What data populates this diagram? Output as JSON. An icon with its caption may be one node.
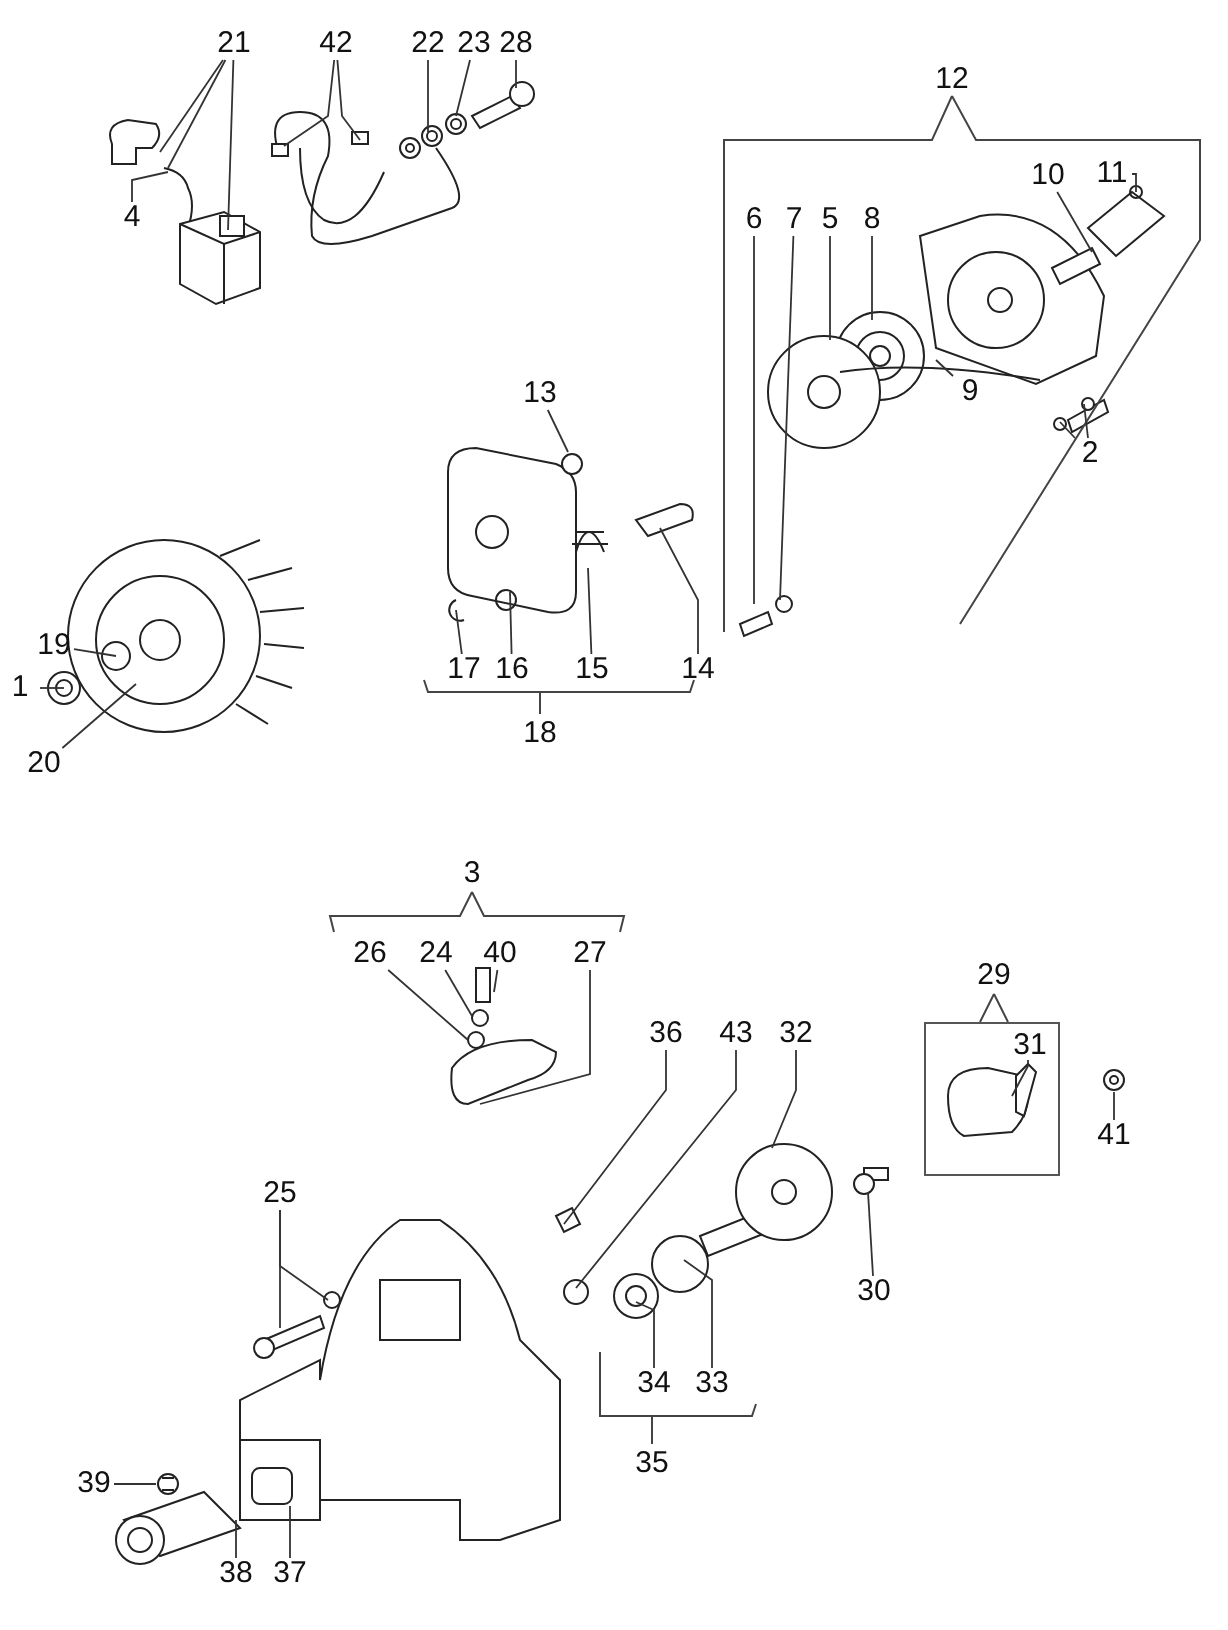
{
  "diagram": {
    "nodes": [
      {
        "text": [
          "21"
        ]
      },
      {
        "text": [
          "42"
        ]
      },
      {
        "text": [
          "22"
        ]
      },
      {
        "text": [
          "23"
        ]
      },
      {
        "text": [
          "28"
        ]
      },
      {
        "text": [
          "12"
        ]
      },
      {
        "text": [
          "11"
        ]
      },
      {
        "text": [
          "10"
        ]
      },
      {
        "text": [
          "4"
        ]
      },
      {
        "text": [
          "6"
        ]
      },
      {
        "text": [
          "7"
        ]
      },
      {
        "text": [
          "5"
        ]
      },
      {
        "text": [
          "8"
        ]
      },
      {
        "text": [
          "13"
        ]
      },
      {
        "text": [
          "9"
        ]
      },
      {
        "text": [
          "2"
        ]
      },
      {
        "text": [
          "19"
        ]
      },
      {
        "text": [
          "17"
        ]
      },
      {
        "text": [
          "16"
        ]
      },
      {
        "text": [
          "15"
        ]
      },
      {
        "text": [
          "14"
        ]
      },
      {
        "text": [
          "1"
        ]
      },
      {
        "text": [
          "18"
        ]
      },
      {
        "text": [
          "20"
        ]
      },
      {
        "text": [
          "3"
        ]
      },
      {
        "text": [
          "26"
        ]
      },
      {
        "text": [
          "24"
        ]
      },
      {
        "text": [
          "40"
        ]
      },
      {
        "text": [
          "27"
        ]
      },
      {
        "text": [
          "29"
        ]
      },
      {
        "text": [],
        "shape": "box"
      },
      {
        "text": [
          "31"
        ],
        "in": 30
      },
      {
        "text": [
          "36"
        ]
      },
      {
        "text": [
          "43"
        ]
      },
      {
        "text": [
          "32"
        ]
      },
      {
        "text": [
          "41"
        ]
      },
      {
        "text": [
          "25"
        ]
      },
      {
        "text": [
          "30"
        ]
      },
      {
        "text": [
          "34"
        ]
      },
      {
        "text": [
          "33"
        ]
      },
      {
        "text": [
          "35"
        ]
      },
      {
        "text": [
          "39"
        ]
      },
      {
        "text": [
          "38"
        ]
      },
      {
        "text": [
          "37"
        ]
      }
    ],
    "edges": [
      {
        "from": 0,
        "to": null,
        "arrow": "none"
      },
      {
        "from": 0,
        "to": null,
        "arrow": "none"
      },
      {
        "from": 0,
        "to": null,
        "arrow": "none"
      },
      {
        "from": 8,
        "to": null,
        "arrow": "none"
      },
      {
        "from": 1,
        "to": null,
        "arrow": "none"
      },
      {
        "from": 1,
        "to": null,
        "arrow": "none"
      },
      {
        "from": 2,
        "to": null,
        "arrow": "none"
      },
      {
        "from": 3,
        "to": null,
        "arrow": "none"
      },
      {
        "from": 4,
        "to": null,
        "arrow": "none"
      },
      {
        "from": 6,
        "to": null,
        "arrow": "none"
      },
      {
        "from": 7,
        "to": null,
        "arrow": "none"
      },
      {
        "from": 9,
        "to": null,
        "arrow": "none"
      },
      {
        "from": 10,
        "to": null,
        "arrow": "none"
      },
      {
        "from": 11,
        "to": null,
        "arrow": "none"
      },
      {
        "from": 12,
        "to": null,
        "arrow": "none"
      },
      {
        "from": 14,
        "to": null,
        "arrow": "none"
      },
      {
        "from": 13,
        "to": null,
        "arrow": "none"
      },
      {
        "from": 15,
        "to": null,
        "arrow": "none"
      },
      {
        "from": 15,
        "to": null,
        "arrow": "none"
      },
      {
        "from": 16,
        "to": null,
        "arrow": "none"
      },
      {
        "from": 21,
        "to": null,
        "arrow": "none"
      },
      {
        "from": 23,
        "to": null,
        "arrow": "none"
      },
      {
        "from": 17,
        "to": null,
        "arrow": "none"
      },
      {
        "from": 18,
        "to": null,
        "arrow": "none"
      },
      {
        "from": 19,
        "to": null,
        "arrow": "none"
      },
      {
        "from": 20,
        "to": null,
        "arrow": "none"
      },
      {
        "from": 25,
        "to": null,
        "arrow": "none"
      },
      {
        "from": 26,
        "to": null,
        "arrow": "none"
      },
      {
        "from": 27,
        "to": null,
        "arrow": "none"
      },
      {
        "from": 28,
        "to": null,
        "arrow": "none"
      },
      {
        "from": 31,
        "to": null,
        "arrow": "none"
      },
      {
        "from": 32,
        "to": null,
        "arrow": "none"
      },
      {
        "from": 33,
        "to": null,
        "arrow": "none"
      },
      {
        "from": 34,
        "to": null,
        "arrow": "none"
      },
      {
        "from": 35,
        "to": null,
        "arrow": "none"
      },
      {
        "from": 37,
        "to": null,
        "arrow": "none"
      },
      {
        "from": 36,
        "to": null,
        "arrow": "none"
      },
      {
        "from": 36,
        "to": null,
        "arrow": "none"
      },
      {
        "from": 38,
        "to": null,
        "arrow": "none"
      },
      {
        "from": 39,
        "to": null,
        "arrow": "none"
      },
      {
        "from": 41,
        "to": null,
        "arrow": "none"
      },
      {
        "from": 42,
        "to": null,
        "arrow": "none"
      },
      {
        "from": 43,
        "to": null,
        "arrow": "none"
      }
    ]
  }
}
